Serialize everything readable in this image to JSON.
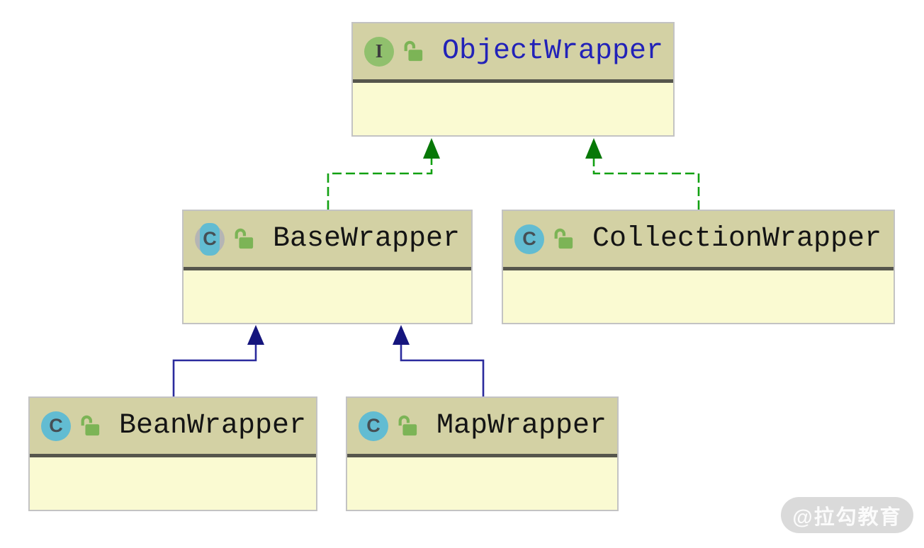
{
  "diagram": {
    "kind": "uml-class-diagram",
    "nodes": [
      {
        "id": "object-wrapper",
        "name": "ObjectWrapper",
        "stereotype": "interface",
        "badge": "I",
        "lock": "unlocked",
        "members": ""
      },
      {
        "id": "base-wrapper",
        "name": "BaseWrapper",
        "stereotype": "abstract-class",
        "badge": "C",
        "lock": "unlocked",
        "members": ""
      },
      {
        "id": "collection-wrapper",
        "name": "CollectionWrapper",
        "stereotype": "class",
        "badge": "C",
        "lock": "unlocked",
        "members": ""
      },
      {
        "id": "bean-wrapper",
        "name": "BeanWrapper",
        "stereotype": "class",
        "badge": "C",
        "lock": "unlocked",
        "members": ""
      },
      {
        "id": "map-wrapper",
        "name": "MapWrapper",
        "stereotype": "class",
        "badge": "C",
        "lock": "unlocked",
        "members": ""
      }
    ],
    "edges": [
      {
        "from": "base-wrapper",
        "to": "object-wrapper",
        "type": "implements",
        "style": "green-dashed-hollowless-triangle"
      },
      {
        "from": "collection-wrapper",
        "to": "object-wrapper",
        "type": "implements",
        "style": "green-dashed-hollowless-triangle"
      },
      {
        "from": "bean-wrapper",
        "to": "base-wrapper",
        "type": "extends",
        "style": "navy-solid-triangle"
      },
      {
        "from": "map-wrapper",
        "to": "base-wrapper",
        "type": "extends",
        "style": "navy-solid-triangle"
      }
    ],
    "colors": {
      "header_bg": "#d3d1a4",
      "body_bg": "#fafad2",
      "divider": "#56564c",
      "node_border": "#c3c3c3",
      "interface_badge_bg": "#90c06d",
      "class_badge_bg": "#62bcd2",
      "abstract_paren": "#b5b5b5",
      "lock_green": "#7cb456",
      "interface_name": "#2222b8",
      "class_name": "#141414",
      "implements_line": "#11a011",
      "implements_head": "#077807",
      "extends_line": "#2b2b9d",
      "extends_head": "#15157d"
    }
  },
  "watermark": {
    "text": "@拉勾教育"
  }
}
